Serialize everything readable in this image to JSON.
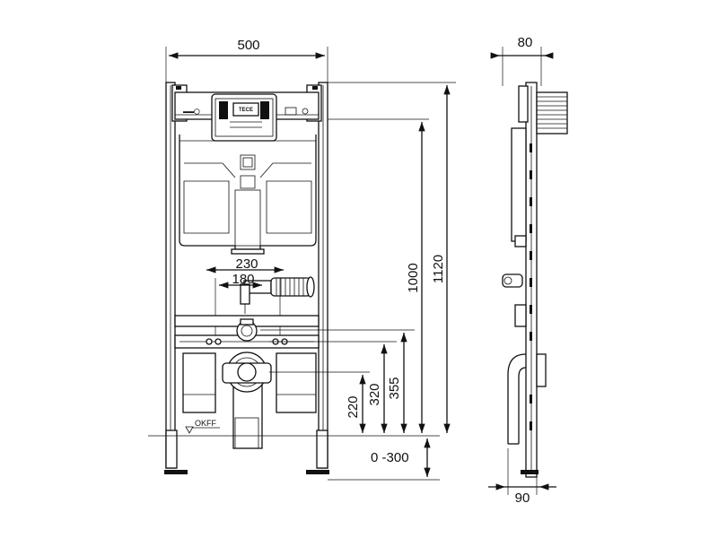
{
  "dimensions": {
    "width_frame": "500",
    "depth_frame": "80",
    "height_total": "1120",
    "height_upper": "1000",
    "spacing_outer": "230",
    "spacing_inner": "180",
    "height_355": "355",
    "height_320": "320",
    "height_220": "220",
    "adjust_range": "0 -300",
    "depth_bottom": "90"
  },
  "labels": {
    "floor_level": "OKFF",
    "brand": "TECE"
  },
  "colors": {
    "line": "#111111",
    "background": "#ffffff"
  }
}
